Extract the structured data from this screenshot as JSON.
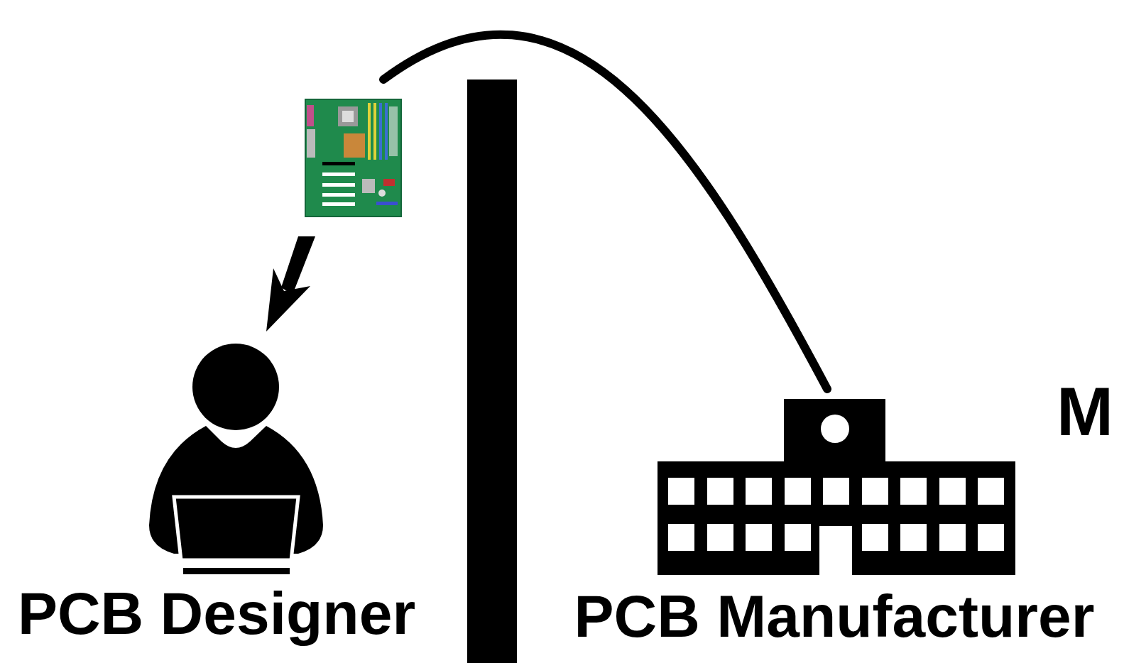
{
  "diagram": {
    "nodes": [
      {
        "text": [
          "PCB Designer"
        ]
      },
      {
        "text": [
          "PCB Manufacturer"
        ]
      }
    ],
    "edges": [
      {
        "from": 1,
        "to": 0,
        "arrow": "to"
      }
    ],
    "labels": [
      "M"
    ]
  }
}
